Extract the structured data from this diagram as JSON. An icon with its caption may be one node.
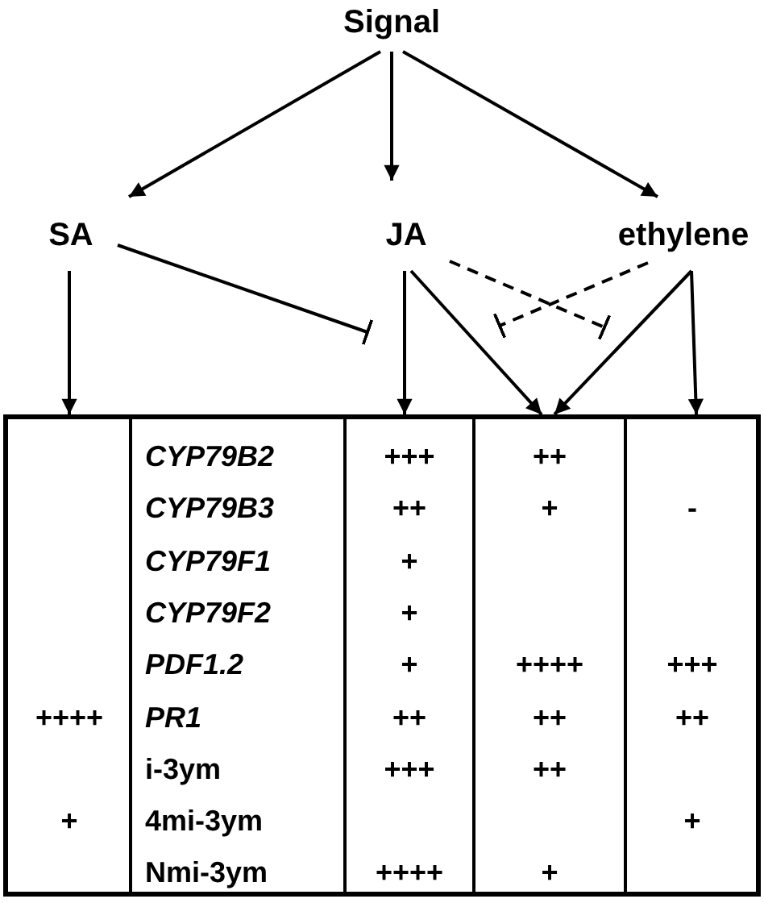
{
  "diagram": {
    "nodes": [
      {
        "text": [
          "Signal"
        ]
      },
      {
        "text": [
          "SA"
        ]
      },
      {
        "text": [
          "JA"
        ]
      },
      {
        "text": [
          "ethylene"
        ]
      },
      {
        "text": [
          "++++",
          "+"
        ]
      },
      {
        "text": [
          "CYP79B2",
          "CYP79B3",
          "CYP79F1",
          "CYP79F2",
          "PDF1.2",
          "PR1",
          "i-3ym",
          "4mi-3ym",
          "Nmi-3ym"
        ]
      },
      {
        "text": [
          "+++",
          "++",
          "+",
          "+",
          "+",
          "++",
          "+++",
          "++++"
        ]
      },
      {
        "text": [
          "++",
          "+",
          "++++",
          "++",
          "++",
          "+"
        ]
      },
      {
        "text": [
          "-",
          "+++",
          "++",
          "+"
        ]
      }
    ],
    "edges": [
      {
        "from": 0,
        "to": 1,
        "arrow": "to"
      },
      {
        "from": 0,
        "to": 2,
        "arrow": "to"
      },
      {
        "from": 0,
        "to": 3,
        "arrow": "to"
      },
      {
        "from": 1,
        "to": null,
        "arrow": "other"
      },
      {
        "from": 2,
        "to": null,
        "arrow": "other",
        "style": "dashed"
      },
      {
        "from": 3,
        "to": null,
        "arrow": "other",
        "style": "dashed"
      },
      {
        "from": 1,
        "to": 4,
        "arrow": "to"
      },
      {
        "from": 2,
        "to": 6,
        "arrow": "to"
      },
      {
        "from": 2,
        "to": 7,
        "arrow": "to"
      },
      {
        "from": 3,
        "to": 7,
        "arrow": "to"
      },
      {
        "from": 3,
        "to": 8,
        "arrow": "to"
      }
    ]
  }
}
